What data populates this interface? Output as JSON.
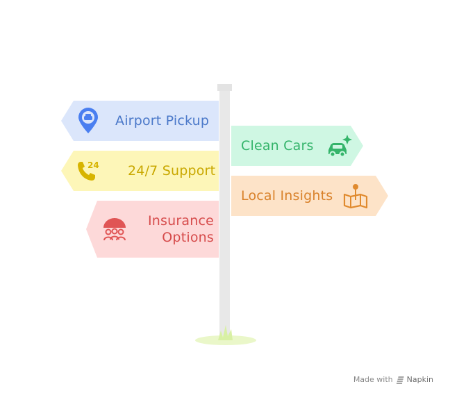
{
  "signs": [
    {
      "id": "airport",
      "label": "Airport Pickup",
      "icon": "airport-pickup-pin-icon",
      "color": "#4a78c9",
      "fill": "#dbe6fb"
    },
    {
      "id": "support",
      "label": "24/7 Support",
      "icon": "phone-24-icon",
      "color": "#c9a800",
      "fill": "#fdf6b8",
      "icon_text": "24"
    },
    {
      "id": "insurance",
      "label_line1": "Insurance",
      "label_line2": "Options",
      "icon": "umbrella-family-icon",
      "color": "#d64b4b",
      "fill": "#fdd9d9"
    },
    {
      "id": "clean",
      "label": "Clean Cars",
      "icon": "sparkling-car-icon",
      "color": "#34b46a",
      "fill": "#cff7e3"
    },
    {
      "id": "local",
      "label": "Local Insights",
      "icon": "map-pin-icon",
      "color": "#d9822b",
      "fill": "#fde3c8"
    }
  ],
  "footer": {
    "prefix": "Made with",
    "brand": "Napkin"
  }
}
